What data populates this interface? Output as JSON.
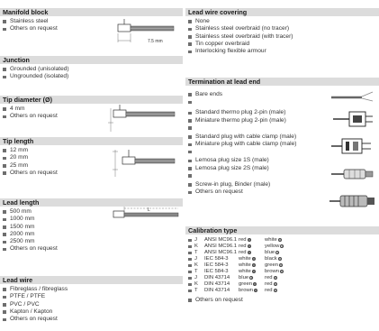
{
  "manifold": {
    "title": "Manifold block",
    "items": [
      "Stainless steel",
      "Others on request"
    ],
    "dim": "7.5 mm"
  },
  "junction": {
    "title": "Junction",
    "items": [
      "Grounded (unisolated)",
      "Ungrounded (isolated)"
    ]
  },
  "tip_diameter": {
    "title": "Tip diameter (Ø)",
    "items": [
      "4 mm",
      "Others on request"
    ]
  },
  "tip_length": {
    "title": "Tip length",
    "items": [
      "12 mm",
      "20 mm",
      "25 mm",
      "Others on request"
    ]
  },
  "lead_length": {
    "title": "Lead length",
    "items": [
      "500 mm",
      "1000 mm",
      "1500 mm",
      "2000 mm",
      "2500 mm",
      "Others on request"
    ],
    "dim": "L"
  },
  "lead_wire": {
    "title": "Lead wire",
    "items": [
      "Fibreglass / fibreglass",
      "PTFE / PTFE",
      "PVC / PVC",
      "Kapton / Kapton",
      "Others on request"
    ]
  },
  "lead_covering": {
    "title": "Lead wire covering",
    "items": [
      "None",
      "Stainless steel overbraid (no tracer)",
      "Stainless steel overbraid (with tracer)",
      "Tin copper overbraid",
      "Interlocking flexible armour"
    ]
  },
  "termination": {
    "title": "Termination at lead end",
    "group1": [
      "Bare ends"
    ],
    "group2": [
      "Standard thermo plug 2-pin (male)",
      "Miniature thermo plug 2-pin (male)"
    ],
    "group3": [
      "Standard plug with cable clamp (male)",
      "Miniature plug with cable clamp (male)"
    ],
    "group4": [
      "Lemosa plug size 1S (male)",
      "Lemosa plug size 2S (male)"
    ],
    "group5": [
      "Screw-in plug, Binder (male)",
      "Others on request"
    ]
  },
  "calibration": {
    "title": "Calibration type",
    "rows": [
      {
        "type": "J",
        "std": "ANSI MC96.1",
        "pos": "red",
        "neg": "white"
      },
      {
        "type": "K",
        "std": "ANSI MC96.1",
        "pos": "red",
        "neg": "yellow"
      },
      {
        "type": "T",
        "std": "ANSI MC96.1",
        "pos": "red",
        "neg": "blue"
      },
      {
        "type": "J",
        "std": "IEC 584-3",
        "pos": "white",
        "neg": "black"
      },
      {
        "type": "K",
        "std": "IEC 584-3",
        "pos": "white",
        "neg": "green"
      },
      {
        "type": "T",
        "std": "IEC 584-3",
        "pos": "white",
        "neg": "brown"
      },
      {
        "type": "J",
        "std": "DIN 43714",
        "pos": "blue",
        "neg": "red"
      },
      {
        "type": "K",
        "std": "DIN 43714",
        "pos": "green",
        "neg": "red"
      },
      {
        "type": "T",
        "std": "DIN 43714",
        "pos": "brown",
        "neg": "red"
      }
    ],
    "extra": "Others on request"
  }
}
